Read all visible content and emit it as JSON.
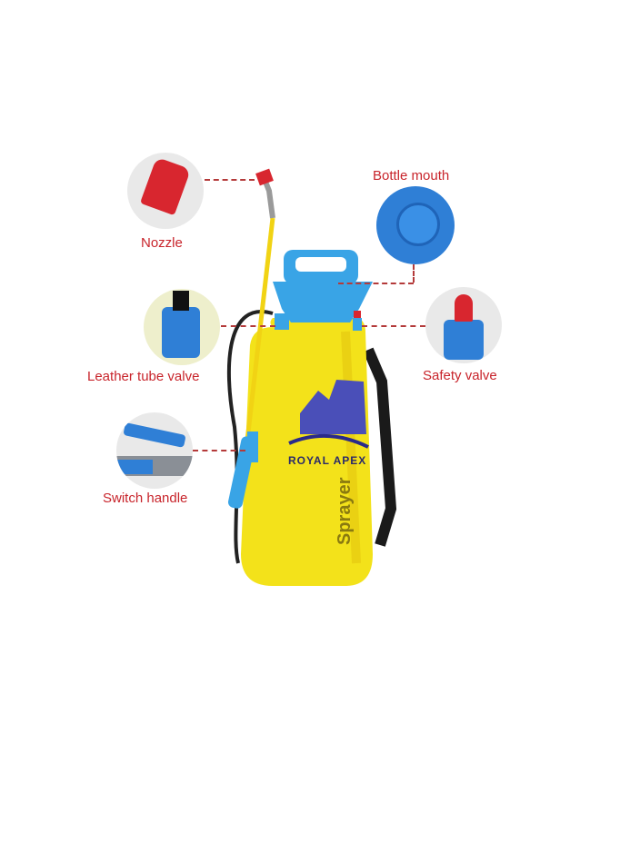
{
  "product": {
    "brand": "ROYAL APEX",
    "name": "Sprayer"
  },
  "callouts": [
    {
      "id": "nozzle",
      "label": "Nozzle"
    },
    {
      "id": "bottle-mouth",
      "label": "Bottle mouth"
    },
    {
      "id": "leather-tube-valve",
      "label": "Leather tube valve"
    },
    {
      "id": "safety-valve",
      "label": "Safety valve"
    },
    {
      "id": "switch-handle",
      "label": "Switch handle"
    }
  ],
  "colors": {
    "label": "#c8242b",
    "tank": "#f3e21a",
    "parts_blue": "#2f7fd6",
    "parts_red": "#d8262f",
    "logo": "#4a4fb8"
  }
}
